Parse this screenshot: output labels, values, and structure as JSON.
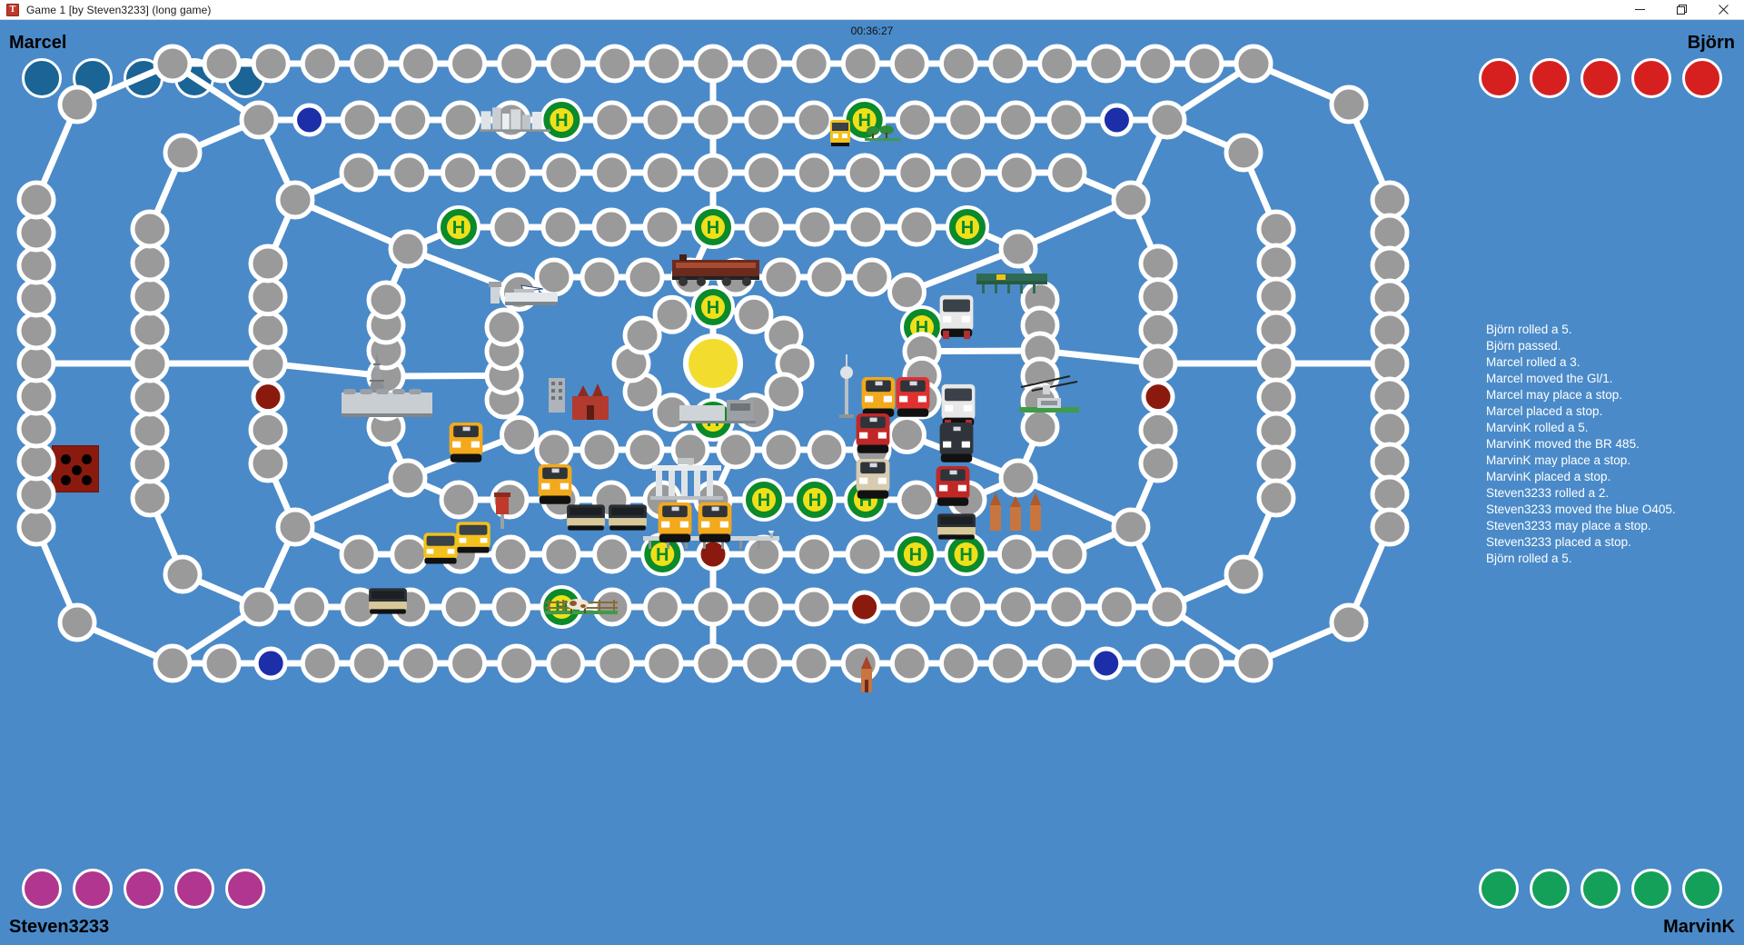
{
  "window": {
    "title": "Game 1 [by Steven3233] (long game)",
    "icon": "app-icon",
    "controls": {
      "minimize": "minimize-icon",
      "maximize": "maximize-icon",
      "close": "close-icon"
    }
  },
  "timer": "00:36:27",
  "players": [
    {
      "id": "top-left",
      "name": "Marcel",
      "color": "#1a6496",
      "tokens": 5
    },
    {
      "id": "top-right",
      "name": "Björn",
      "color": "#d62020",
      "tokens": 5
    },
    {
      "id": "bottom-left",
      "name": "Steven3233",
      "color": "#b0368f",
      "tokens": 5
    },
    {
      "id": "bottom-right",
      "name": "MarvinK",
      "color": "#15a05a",
      "tokens": 5
    }
  ],
  "dice": {
    "value": 5,
    "color": "#8b1a0e",
    "pip_color": "#000000"
  },
  "board": {
    "background": "#4a8ac9",
    "node_color": "#9a9a9a",
    "node_stroke": "#ffffff",
    "edge_color": "#ffffff",
    "stop_ring": "#0a8a2a",
    "stop_fill": "#f0e01a",
    "stop_label": "H",
    "center_color": "#f2dd2e",
    "marker_blue": "#1c2fa8",
    "marker_maroon": "#8b1a0e"
  },
  "log": [
    "Björn rolled a 5.",
    "Björn passed.",
    "Marcel rolled a 3.",
    "Marcel moved the Gl/1.",
    "Marcel may place a stop.",
    "Marcel placed a stop.",
    "MarvinK rolled a 5.",
    "MarvinK moved the BR 485.",
    "MarvinK may place a stop.",
    "MarvinK placed a stop.",
    "Steven3233 rolled a 2.",
    "Steven3233 moved the blue O405.",
    "Steven3233 may place a stop.",
    "Steven3233 placed a stop.",
    "Björn rolled a 5."
  ]
}
